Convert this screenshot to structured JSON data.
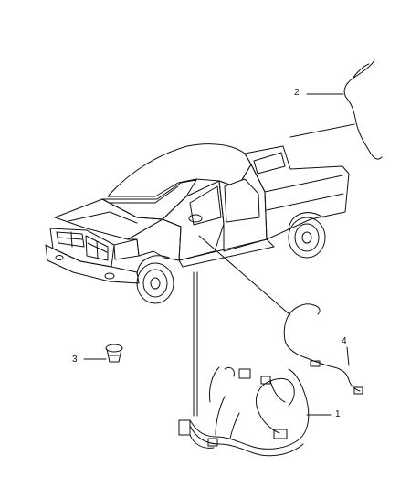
{
  "diagram": {
    "callouts": [
      {
        "id": "1",
        "label": "1"
      },
      {
        "id": "2",
        "label": "2"
      },
      {
        "id": "3",
        "label": "3"
      },
      {
        "id": "4",
        "label": "4"
      }
    ],
    "components": [
      "pickup-truck",
      "antenna-cable",
      "wiring-harness",
      "fastener-clip",
      "jumper-harness"
    ]
  }
}
